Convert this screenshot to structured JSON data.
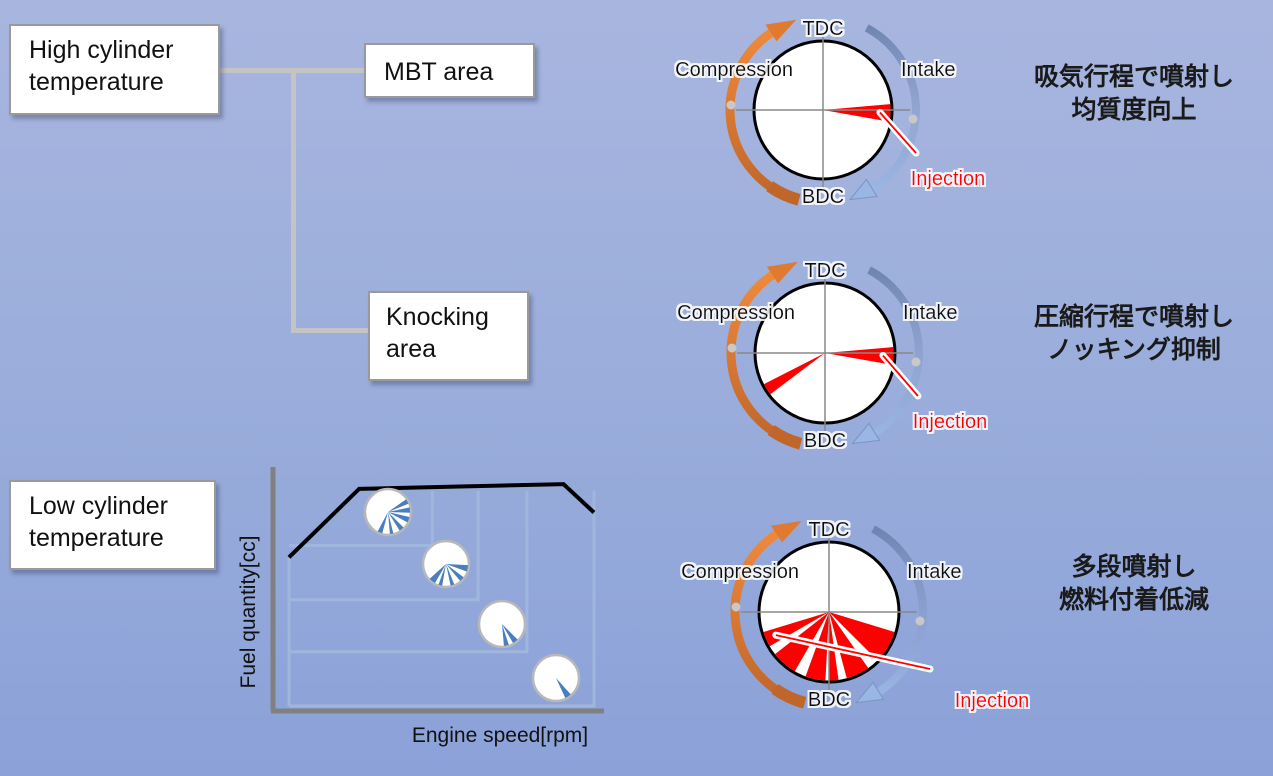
{
  "colors": {
    "injection": "#ff0000",
    "compression_arrow": "#e07a30",
    "intake_arrow": "#7088b8",
    "mini_injection": "#4a7fbf",
    "envelope_line": "#000000",
    "axis": "#808080",
    "grid_line": "#9fb7dc",
    "connector": "#c4c4c4"
  },
  "tree": {
    "root": {
      "line1": "High cylinder",
      "line2": "temperature"
    },
    "child_mbt": {
      "label": "MBT area"
    },
    "child_knock": {
      "line1": "Knocking",
      "line2": "area"
    },
    "low": {
      "line1": "Low cylinder",
      "line2": "temperature"
    }
  },
  "timing_diagrams": [
    {
      "id": "mbt",
      "labels": {
        "tdc": "TDC",
        "bdc": "BDC",
        "compression": "Compression",
        "intake": "Intake",
        "injection": "Injection"
      },
      "injection_sectors_deg": [
        [
          85,
          100
        ]
      ],
      "description": {
        "line1": "吸気行程で噴射し",
        "line2": "均質度向上"
      }
    },
    {
      "id": "knocking",
      "labels": {
        "tdc": "TDC",
        "bdc": "BDC",
        "compression": "Compression",
        "intake": "Intake",
        "injection": "Injection"
      },
      "injection_sectors_deg": [
        [
          85,
          100
        ],
        [
          233,
          243
        ]
      ],
      "description": {
        "line1": "圧縮行程で噴射し",
        "line2": "ノッキング抑制"
      }
    },
    {
      "id": "multi-stage",
      "labels": {
        "tdc": "TDC",
        "bdc": "BDC",
        "compression": "Compression",
        "intake": "Intake",
        "injection": "Injection"
      },
      "injection_sectors_deg": [
        [
          107,
          135
        ],
        [
          145,
          165
        ],
        [
          172,
          180
        ],
        [
          183,
          200
        ],
        [
          210,
          232
        ],
        [
          240,
          253
        ]
      ],
      "description": {
        "line1": "多段噴射し",
        "line2": "燃料付着低減"
      }
    }
  ],
  "chart_data": {
    "type": "line",
    "title": "",
    "xlabel": "Engine speed[rpm]",
    "ylabel": "Fuel quantity[cc]",
    "x_ticks": [],
    "y_ticks": [],
    "grid": false,
    "series": [
      {
        "name": "full-load envelope",
        "x": [
          0.0,
          0.23,
          0.56,
          0.9,
          1.0
        ],
        "y": [
          0.63,
          0.92,
          0.93,
          0.94,
          0.82
        ]
      }
    ],
    "regions": [
      {
        "name": "region-1",
        "x_max": 0.47,
        "y_min": 0.68,
        "injections": 5
      },
      {
        "name": "region-2",
        "x_max": 0.62,
        "y_min": 0.45,
        "injections": 4
      },
      {
        "name": "region-3",
        "x_max": 0.78,
        "y_min": 0.23,
        "injections": 2
      },
      {
        "name": "region-4",
        "x_max": 1.0,
        "y_min": 0.0,
        "injections": 1
      }
    ]
  }
}
